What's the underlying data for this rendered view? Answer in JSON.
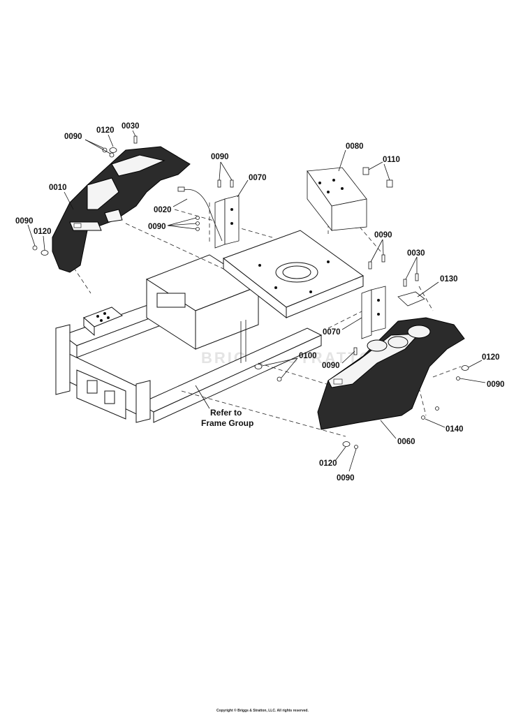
{
  "labels": {
    "l0090_a": "0090",
    "l0120_a": "0120",
    "l0030_a": "0030",
    "l0010": "0010",
    "l0090_b": "0090",
    "l0120_b": "0120",
    "l0090_c": "0090",
    "l0070_a": "0070",
    "l0020": "0020",
    "l0090_d": "0090",
    "l0080": "0080",
    "l0110": "0110",
    "l0090_e": "0090",
    "l0030_b": "0030",
    "l0130": "0130",
    "l0070_b": "0070",
    "l0090_f": "0090",
    "l0100": "0100",
    "l0120_c": "0120",
    "l0090_g": "0090",
    "l0140": "0140",
    "l0060": "0060",
    "l0120_d": "0120",
    "l0090_h": "0090",
    "refer_line1": "Refer to",
    "refer_line2": "Frame Group"
  },
  "watermark": "BRIGGS&STRATTON",
  "copyright": "Copyright © Briggs & Stratton, LLC. All rights reserved."
}
